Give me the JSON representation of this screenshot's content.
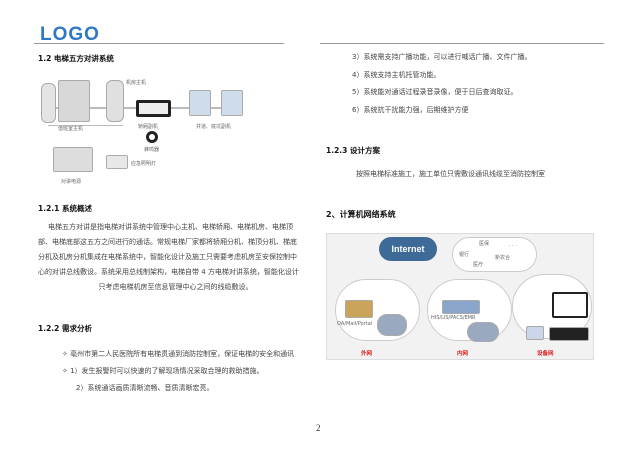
{
  "header": {
    "logo": "LOGO"
  },
  "left": {
    "section_title": "1.2 电梯五方对讲系统",
    "figure": {
      "labels": {
        "machine_room": "机房主机",
        "duty_room": "值班室主机",
        "car": "轿厢副机",
        "shaft": "井道、底坑副机",
        "buzzer": "蜂鸣器",
        "power": "对讲电源",
        "emergency_light": "应急照明灯"
      }
    },
    "overview_title": "1.2.1 系统概述",
    "overview_lines": [
      "电梯五方对讲是指电梯对讲系统中管理中心主机、电梯轿厢、电梯机房、电梯顶",
      "部、电梯底部这五方之间进行的通话。常规电梯厂家都将轿厢分机、梯顶分机、梯底",
      "分机及机房分机集成在电梯系统中，智能化设计及施工只需要考虑机房至安保控制中",
      "心的对讲总线敷设。系统采用总线制架构，电梯自带 4 方电梯对讲系统，智能化设计",
      "只考虑电梯机房至信息管理中心之间的线缆敷设。"
    ],
    "needs_title": "1.2.2 需求分析",
    "needs_items": [
      "亳州市第二人民医院所有电梯贯通到消防控制室，保证电梯的安全和通讯",
      "1）发生报警时可以快速的了解现场情况采取合理的救助措施。",
      "2）系统通话画质清晰流畅、音质清晰宏亮。"
    ]
  },
  "right": {
    "needs_items": [
      "3）系统需支持广播功能，可以进行喊话广播、文件广播。",
      "4）系统支持主机托管功能。",
      "5）系统能对通话过程录音录像，便于日后查询取证。",
      "6）系统抗干扰能力强，后期维护方便"
    ],
    "design_title": "1.2.3 设计方案",
    "design_text": "按照电梯标准施工，施工单位只需敷设通讯线缆至消防控制室",
    "network_title": "2、计算机网络系统",
    "figure": {
      "internet": "Internet",
      "cloud_items": [
        "银行",
        "医保",
        "医疗",
        "新农合",
        "· · ·"
      ],
      "oa": "OA/Mail/Portal",
      "his": "HIS/LIS/PACS/EMR",
      "zones": [
        "外网",
        "内网",
        "设备网"
      ]
    }
  },
  "footer": {
    "page_number": "2"
  }
}
